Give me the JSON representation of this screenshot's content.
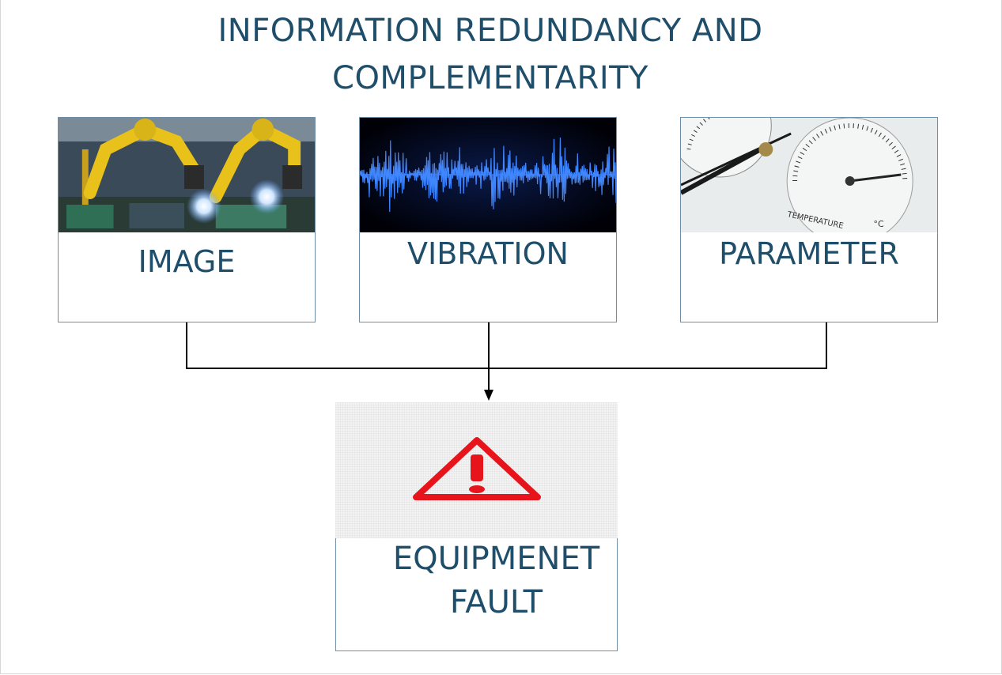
{
  "title": {
    "line1": "INFORMATION REDUNDANCY AND",
    "line2": "COMPLEMENTARITY"
  },
  "sources": [
    {
      "label": "IMAGE",
      "icon": "welding-robots-photo"
    },
    {
      "label": "VIBRATION",
      "icon": "vibration-waveform"
    },
    {
      "label": "PARAMETER",
      "icon": "thermometer-hygrometer-gauge"
    }
  ],
  "gauge_text": {
    "label": "TEMPERATURE",
    "unit": "°C"
  },
  "output": {
    "line1": "EQUIPMENET",
    "line2": "FAULT",
    "icon": "warning-triangle-icon",
    "accent": "#e8141c"
  },
  "colors": {
    "text": "#1f4e6b",
    "border": "#6f8fa8",
    "connector": "#000000"
  }
}
